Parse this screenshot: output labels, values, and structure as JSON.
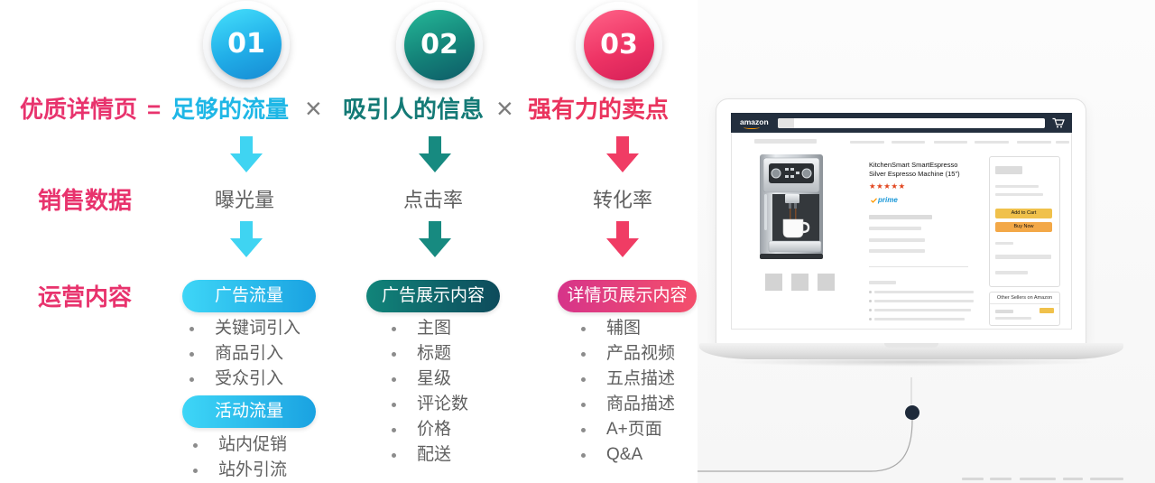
{
  "theme": {
    "pink": "#e8336d",
    "cyan": "#1fb7e6",
    "teal": "#147a76",
    "red": "#ea345e",
    "arrow_cyan": "#3fd4f2",
    "arrow_teal": "#178a80",
    "arrow_pink": "#f03c64",
    "gray_text": "#606060",
    "operator_gray": "#7c7c7c",
    "amazon_nav": "#232f3e",
    "add_to_cart": "#f0c14b",
    "buy_now": "#f3a847",
    "star": "#e2461f",
    "prime_blue": "#1a98d8",
    "connector_dot": "#1e2a3a"
  },
  "formula": {
    "result": "优质详情页",
    "equals": "=",
    "times": "×",
    "factors": [
      {
        "number": "01",
        "label": "足够的流量"
      },
      {
        "number": "02",
        "label": "吸引人的信息"
      },
      {
        "number": "03",
        "label": "强有力的卖点"
      }
    ]
  },
  "sales_data": {
    "label": "销售数据",
    "metrics": [
      "曝光量",
      "点击率",
      "转化率"
    ]
  },
  "operations": {
    "label": "运营内容",
    "columns": [
      {
        "groups": [
          {
            "title": "广告流量",
            "items": [
              "关键词引入",
              "商品引入",
              "受众引入"
            ]
          },
          {
            "title": "活动流量",
            "items": [
              "站内促销",
              "站外引流"
            ]
          }
        ]
      },
      {
        "groups": [
          {
            "title": "广告展示内容",
            "items": [
              "主图",
              "标题",
              "星级",
              "评论数",
              "价格",
              "配送"
            ]
          }
        ]
      },
      {
        "groups": [
          {
            "title": "详情页展示内容",
            "items": [
              "辅图",
              "产品视频",
              "五点描述",
              "商品描述",
              "A+页面",
              "Q&A"
            ]
          }
        ]
      }
    ]
  },
  "mockup": {
    "logo": "amazon",
    "product": {
      "title_line1": "KitchenSmart SmartEspresso",
      "title_line2": "Silver Espresso Machine (15\")",
      "stars": "★★★★★",
      "prime": "prime"
    },
    "buy_box": {
      "add_to_cart": "Add to Cart",
      "buy_now": "Buy Now"
    },
    "other_sellers": "Other Sellers on Amazon",
    "icons": {
      "arrows": "down-arrow-icon",
      "cart": "cart-icon",
      "prime_check": "prime-check-icon",
      "product_photo": "espresso-machine-image"
    }
  }
}
